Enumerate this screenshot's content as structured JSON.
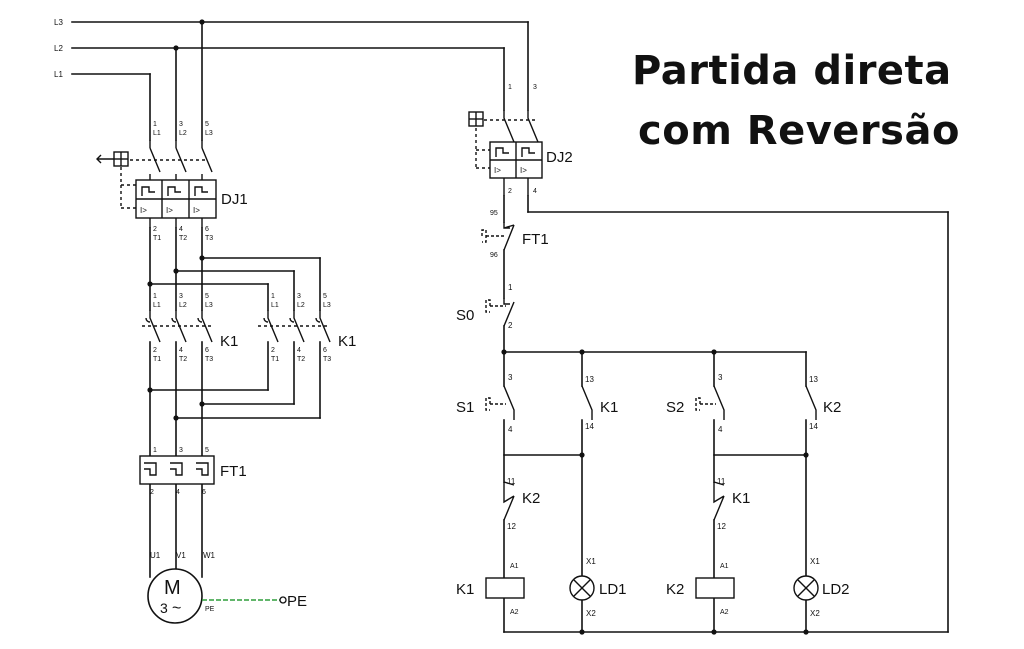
{
  "title": {
    "line1": "Partida direta",
    "line2": "com Reversão"
  },
  "supply": {
    "L3": "L3",
    "L2": "L2",
    "L1": "L1"
  },
  "power_circuit": {
    "breaker": "DJ1",
    "breaker_symbol": "I>",
    "breaker_in": [
      [
        "1",
        "L1"
      ],
      [
        "3",
        "L2"
      ],
      [
        "5",
        "L3"
      ]
    ],
    "breaker_out": [
      [
        "2",
        "T1"
      ],
      [
        "4",
        "T2"
      ],
      [
        "6",
        "T3"
      ]
    ],
    "contactor_a": "K1",
    "contactor_b": "K1",
    "contactor_in": [
      [
        "1",
        "L1"
      ],
      [
        "3",
        "L2"
      ],
      [
        "5",
        "L3"
      ]
    ],
    "contactor_out": [
      [
        "2",
        "T1"
      ],
      [
        "4",
        "T2"
      ],
      [
        "6",
        "T3"
      ]
    ],
    "overload": "FT1",
    "overload_in": [
      "1",
      "3",
      "5"
    ],
    "overload_out": [
      "2",
      "4",
      "6"
    ],
    "motor_terminals": [
      "U1",
      "V1",
      "W1"
    ],
    "motor_symbol": "M",
    "motor_phase": "3",
    "motor_ac": "~",
    "motor_pe": "PE",
    "ground": "PE"
  },
  "control_circuit": {
    "breaker": "DJ2",
    "breaker_symbol": "I>",
    "breaker_in": [
      "1",
      "3"
    ],
    "breaker_out": [
      "2",
      "4"
    ],
    "overload_contact": "FT1",
    "overload_terms": [
      "95",
      "96"
    ],
    "stop_button": "S0",
    "stop_terms": [
      "1",
      "2"
    ],
    "branches": [
      {
        "button": "S1",
        "button_terms": [
          "3",
          "4"
        ],
        "seal": "K1",
        "seal_terms": [
          "13",
          "14"
        ],
        "interlock": "K2",
        "interlock_terms": [
          "11",
          "12"
        ],
        "coil": "K1",
        "coil_terms": [
          "A1",
          "A2"
        ],
        "lamp": "LD1",
        "lamp_terms": [
          "X1",
          "X2"
        ]
      },
      {
        "button": "S2",
        "button_terms": [
          "3",
          "4"
        ],
        "seal": "K2",
        "seal_terms": [
          "13",
          "14"
        ],
        "interlock": "K1",
        "interlock_terms": [
          "11",
          "12"
        ],
        "coil": "K2",
        "coil_terms": [
          "A1",
          "A2"
        ],
        "lamp": "LD2",
        "lamp_terms": [
          "X1",
          "X2"
        ]
      }
    ]
  },
  "colors": {
    "line": "#111111",
    "ground": "#2e9e3a",
    "background": "#ffffff"
  }
}
